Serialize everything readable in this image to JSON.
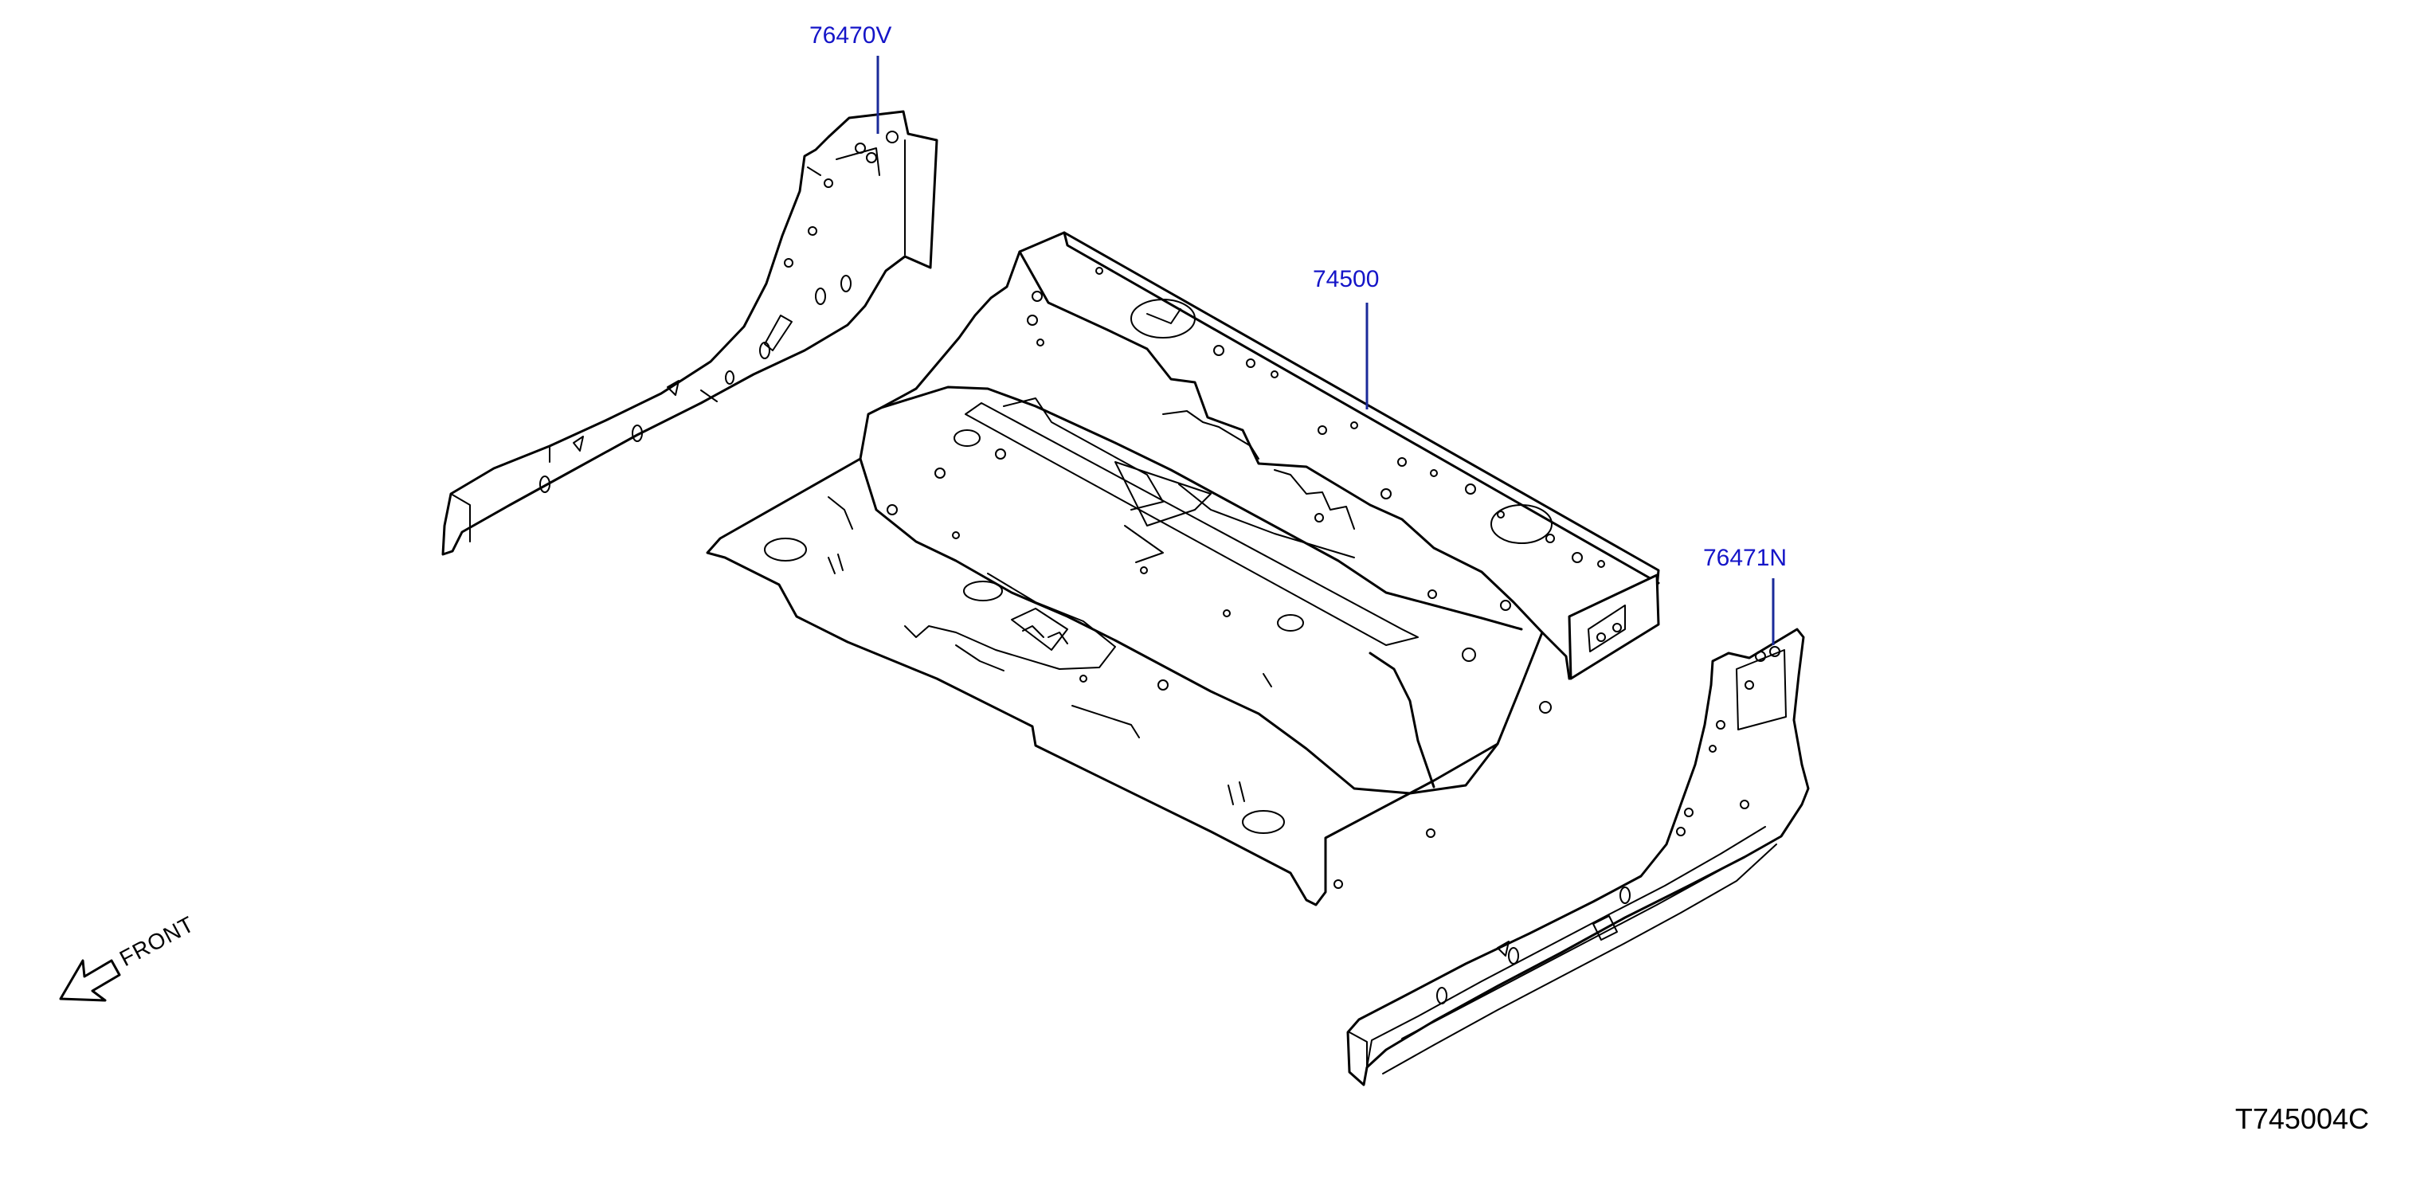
{
  "callouts": {
    "left_side_sill": "76470V",
    "floor_panel": "74500",
    "right_side_sill": "76471N"
  },
  "front_indicator": {
    "label": "FRONT"
  },
  "diagram_code": "T745004C",
  "colors": {
    "callout_text": "#1515c8",
    "leader_line": "#1a2a9a",
    "outline": "#000000",
    "background": "#ffffff"
  }
}
